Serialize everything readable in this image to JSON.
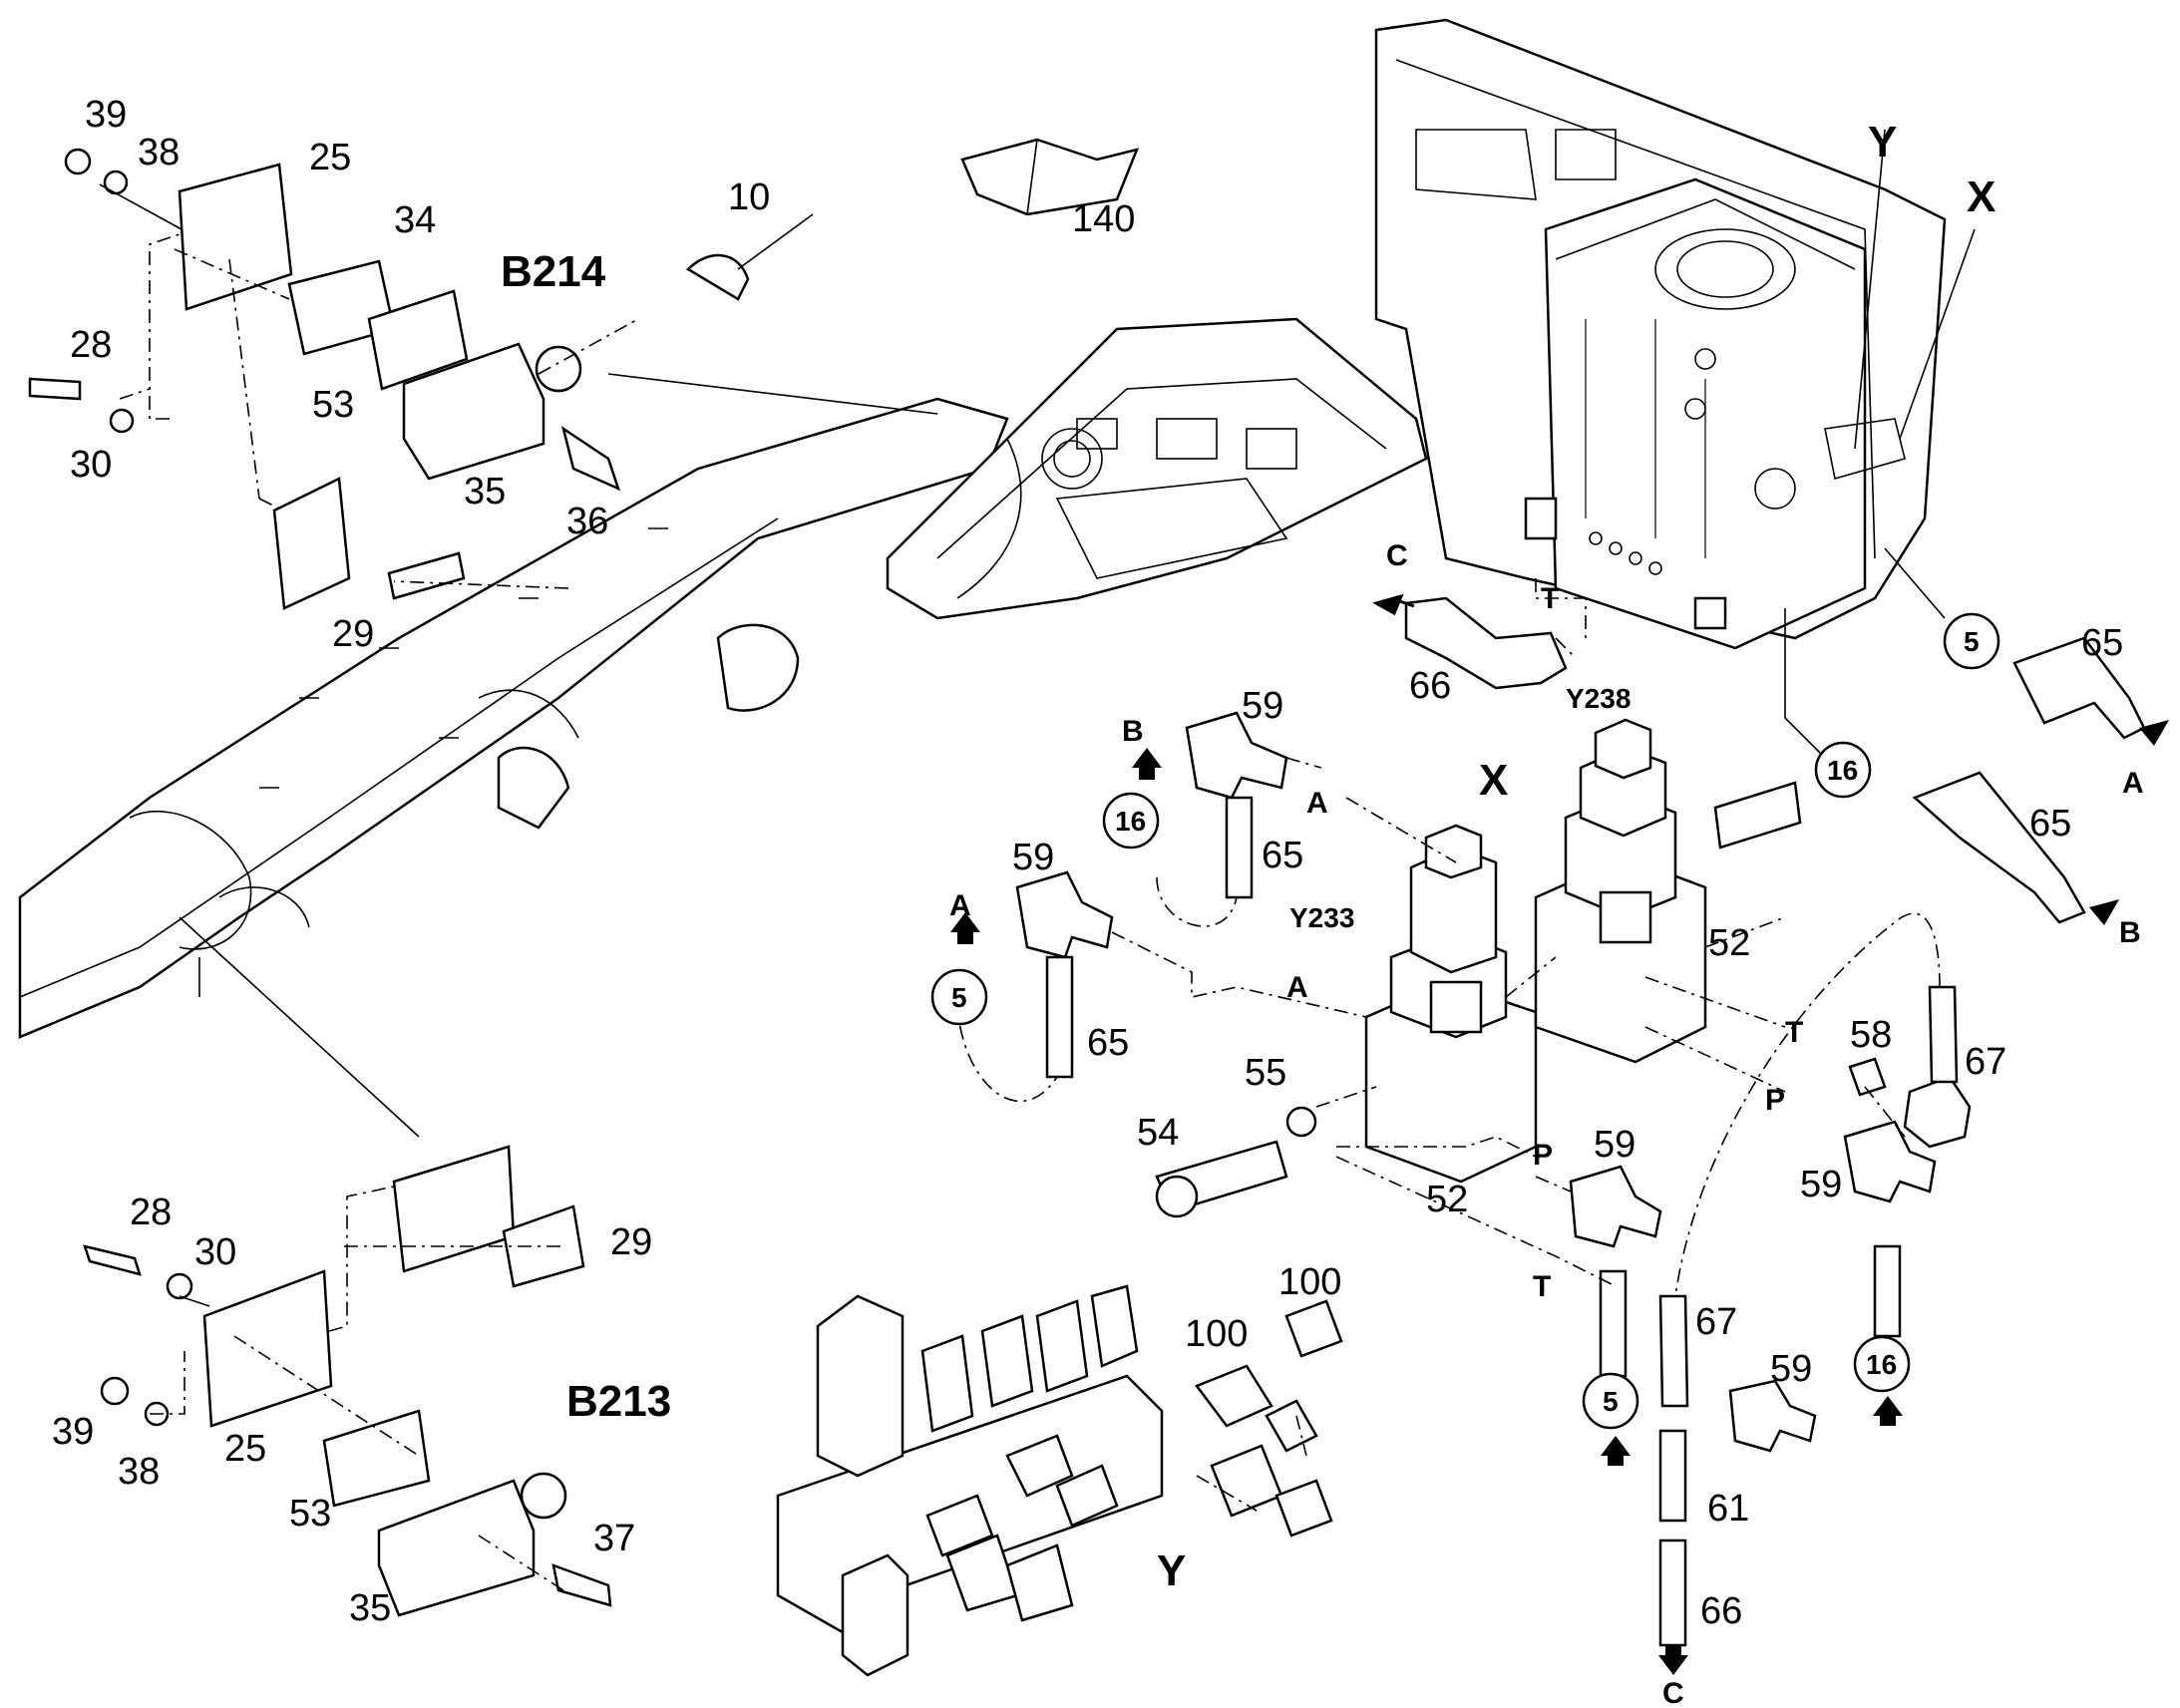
{
  "labels": {
    "p39a": "39",
    "p38a": "38",
    "p25a": "25",
    "p34": "34",
    "b214": "B214",
    "p10": "10",
    "p140": "140",
    "p28a": "28",
    "p53a": "53",
    "p30a": "30",
    "p35a": "35",
    "p36": "36",
    "p29a": "29",
    "yTop": "Y",
    "xTop": "X",
    "cTop": "C",
    "tTop": "T",
    "p66a": "66",
    "y238": "Y238",
    "p65a": "65",
    "aRight": "A",
    "c16a": "16",
    "p65b": "65",
    "bRight": "B",
    "bLeft": "B",
    "p59a": "59",
    "c16b": "16",
    "p65c": "65",
    "aPort1": "A",
    "xMid": "X",
    "p59b": "59",
    "aLeft": "A",
    "y233": "Y233",
    "aPort2": "A",
    "c5b": "5",
    "p65d": "65",
    "p52a": "52",
    "p55": "55",
    "p54": "54",
    "tPort1": "T",
    "p58": "58",
    "p67a": "67",
    "pPort1": "P",
    "p59c": "59",
    "p52b": "52",
    "pPort2": "P",
    "p59d": "59",
    "tPort2": "T",
    "p67b": "67",
    "c5c": "5",
    "p59e": "59",
    "c16c": "16",
    "p61": "61",
    "p66b": "66",
    "cBottom": "C",
    "c5a": "5",
    "p28b": "28",
    "p30b": "30",
    "p29b": "29",
    "p39b": "39",
    "p38b": "38",
    "p25b": "25",
    "b213": "B213",
    "p53b": "53",
    "p35b": "35",
    "p37": "37",
    "p100a": "100",
    "p100b": "100",
    "yBottom": "Y"
  }
}
